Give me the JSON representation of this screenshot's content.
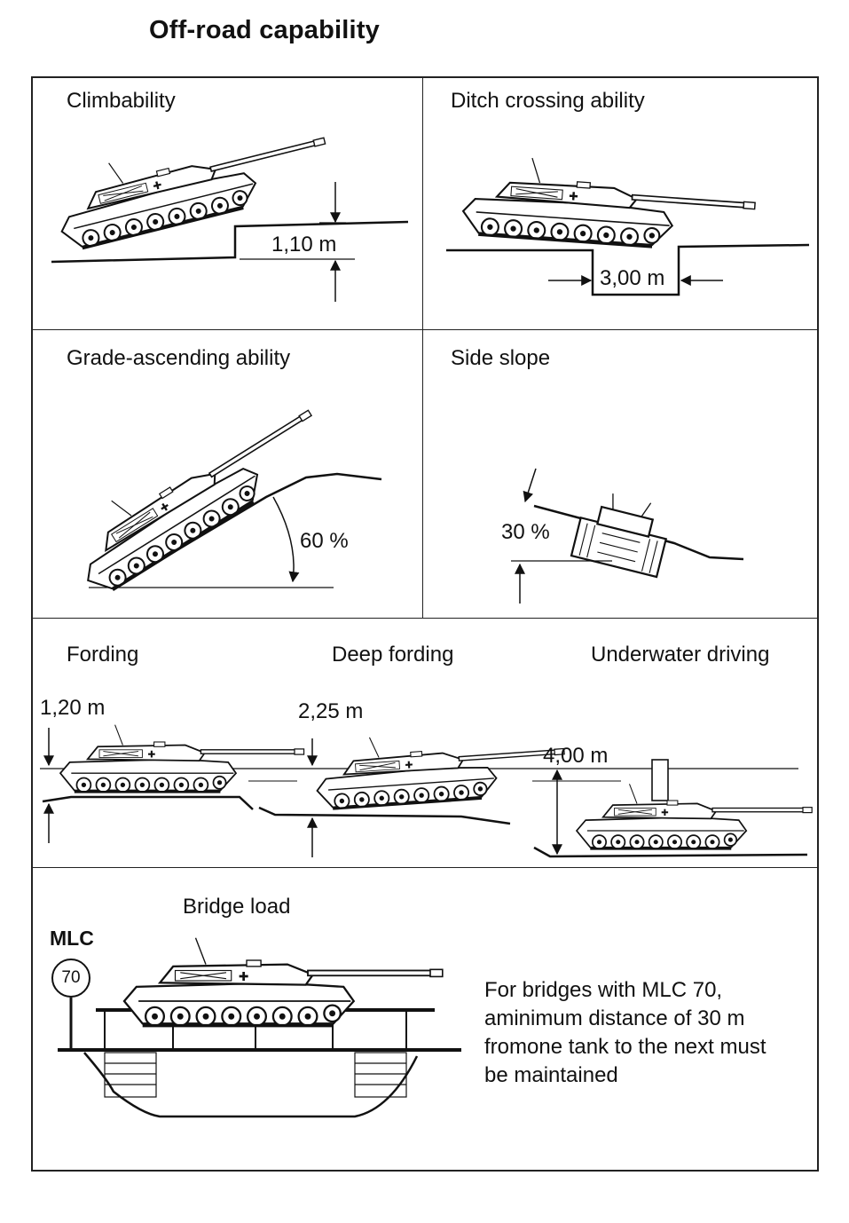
{
  "title": "Off-road capability",
  "panels": {
    "climbability": {
      "label": "Climbability",
      "dimension": "1,10 m"
    },
    "ditch": {
      "label": "Ditch crossing ability",
      "dimension": "3,00 m"
    },
    "grade": {
      "label": "Grade-ascending ability",
      "dimension": "60 %"
    },
    "side_slope": {
      "label": "Side slope",
      "dimension": "30 %"
    },
    "fording": {
      "label": "Fording",
      "dimension": "1,20 m"
    },
    "deep_fording": {
      "label": "Deep fording",
      "dimension": "2,25 m"
    },
    "underwater": {
      "label": "Underwater driving",
      "dimension": "4,00 m"
    },
    "bridge": {
      "label": "Bridge load",
      "sign_label": "MLC",
      "sign_value": "70",
      "note_lines": [
        "For bridges with MLC 70,",
        "aminimum distance of 30 m",
        "fromone tank to the next must",
        "be maintained"
      ]
    }
  }
}
